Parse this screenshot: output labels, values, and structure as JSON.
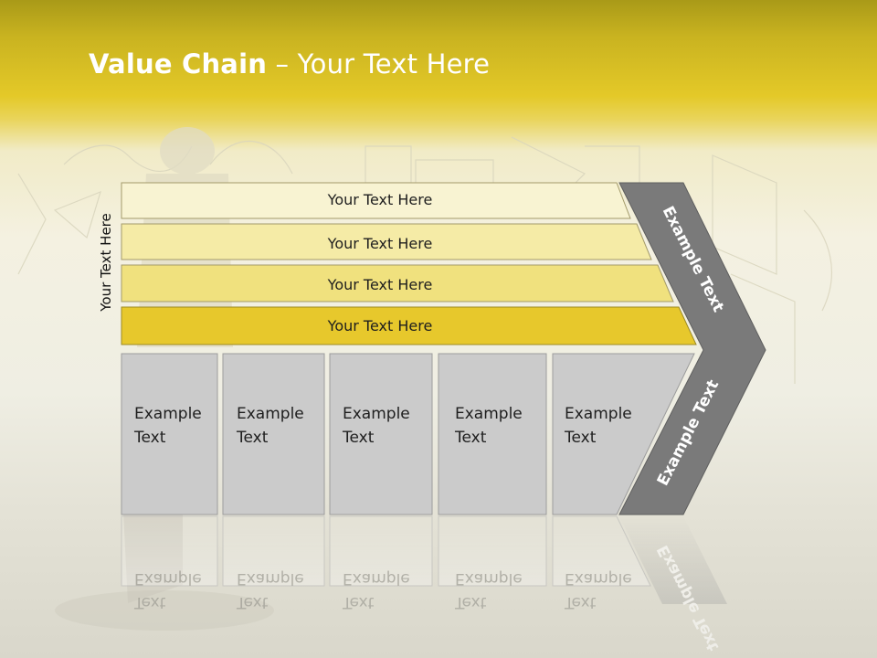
{
  "slide": {
    "title_bold": "Value Chain",
    "title_rest": " – Your Text Here",
    "side_label": "Your Text Here",
    "bars": [
      {
        "label": "Your Text Here",
        "color": "#f8f3d2"
      },
      {
        "label": "Your Text Here",
        "color": "#f5eba6"
      },
      {
        "label": "Your Text Here",
        "color": "#f0e17e"
      },
      {
        "label": "Your Text Here",
        "color": "#e7c82c"
      }
    ],
    "cells": [
      {
        "line1": "Example",
        "line2": "Text"
      },
      {
        "line1": "Example",
        "line2": "Text"
      },
      {
        "line1": "Example",
        "line2": "Text"
      },
      {
        "line1": "Example",
        "line2": "Text"
      },
      {
        "line1": "Example",
        "line2": "Text"
      }
    ],
    "chevron_upper": "Example Text",
    "chevron_lower": "Example Text"
  },
  "colors": {
    "accent": "#e4c928",
    "chevron": "#7a7a7a",
    "cell_fill": "#cbcbcb",
    "cell_border": "#9c9c9c"
  }
}
